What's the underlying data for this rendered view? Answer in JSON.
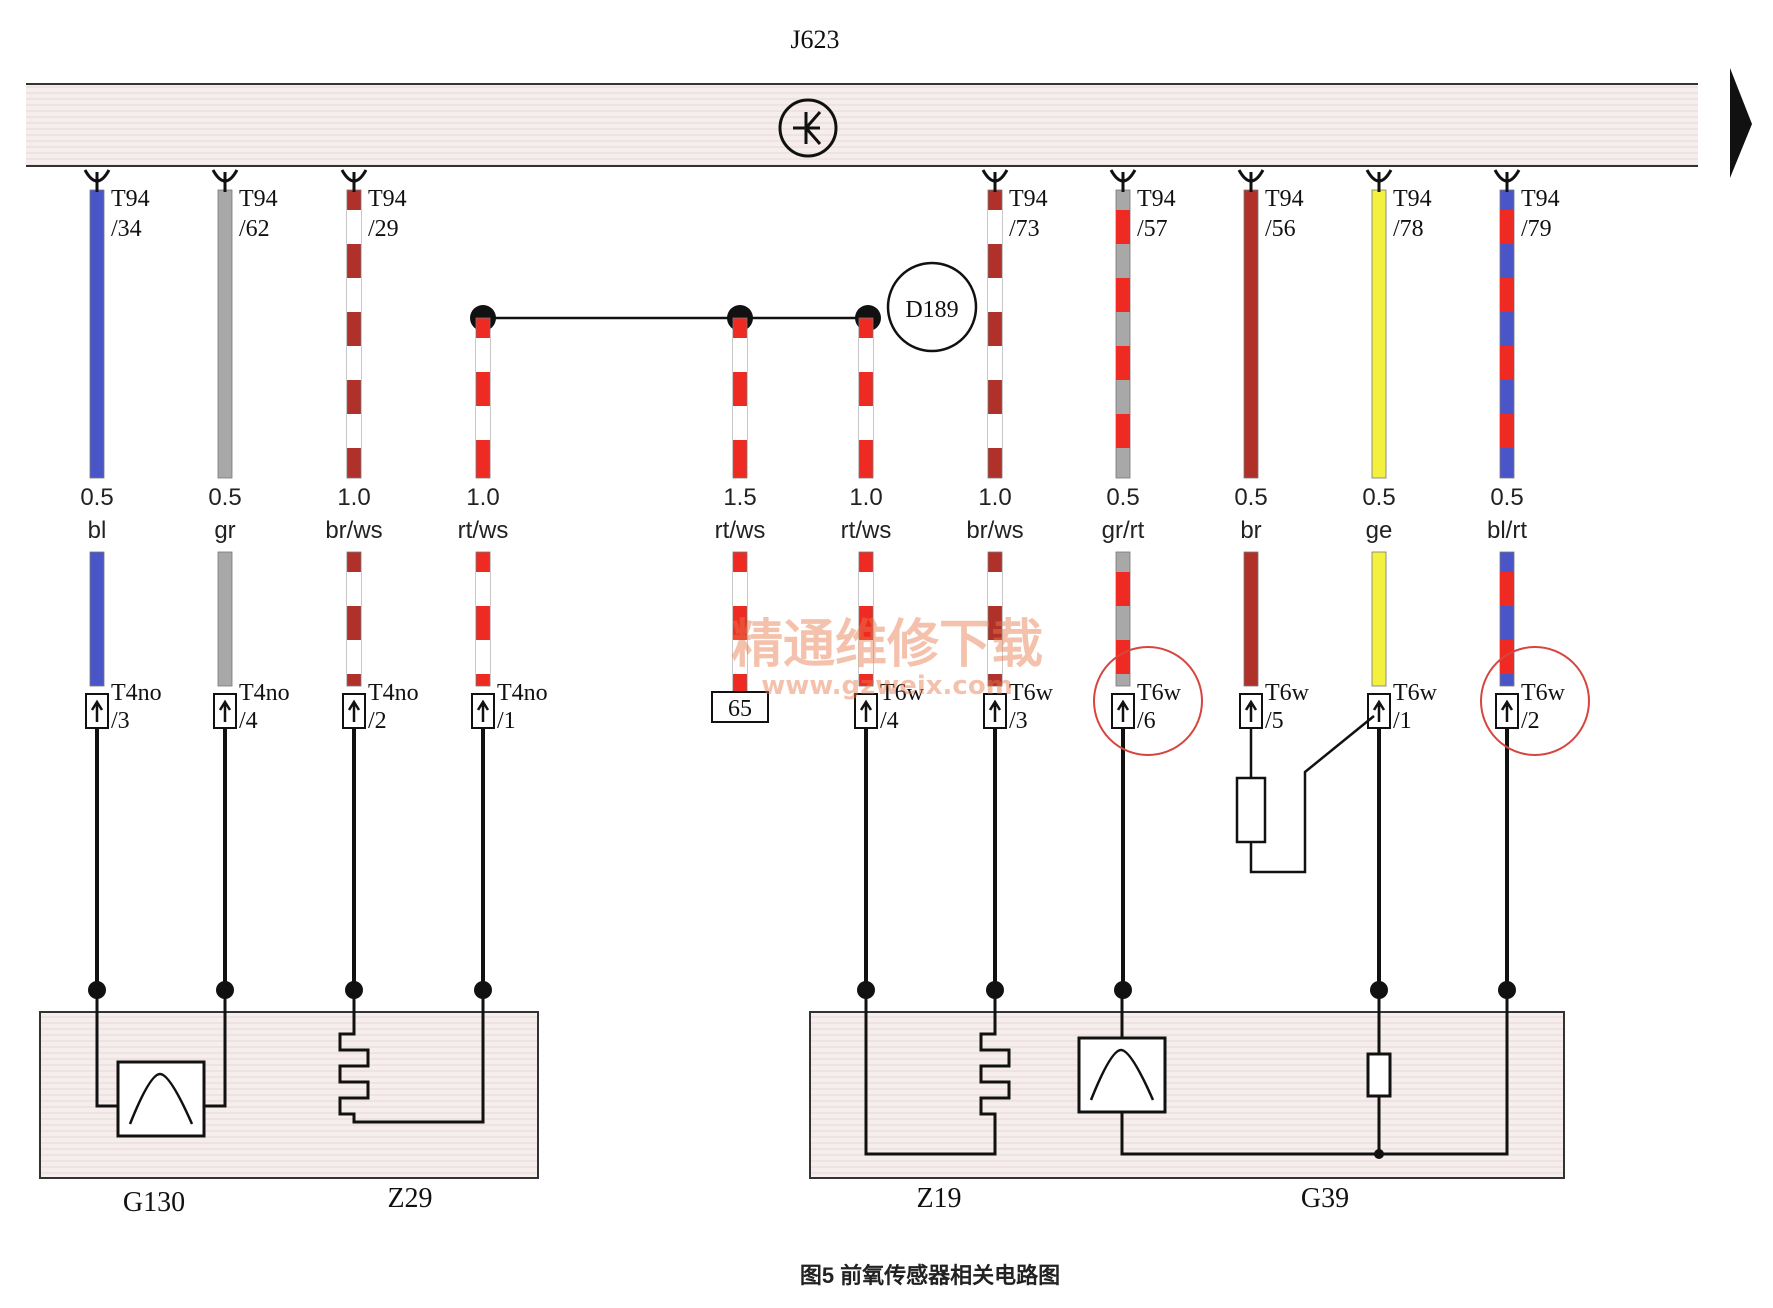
{
  "ecu": {
    "label": "J623",
    "ground_symbol": "transistor-icon"
  },
  "continue_arrow": "arrow-right-icon",
  "splice": {
    "label": "D189"
  },
  "colors": {
    "bl": "#4a55c8",
    "gr": "#a8a8a8",
    "br": "#b0302a",
    "ws": "#ffffff",
    "rt": "#ee2a22",
    "ge": "#f4f040",
    "band": "#f5eeee",
    "band_line": "#333333",
    "highlight": "#d6453f"
  },
  "wires": [
    {
      "id": "w34",
      "pin": "T94",
      "pin_no": "/34",
      "size": "0.5",
      "color": "bl",
      "conn": "T4no",
      "conn_no": "/3"
    },
    {
      "id": "w62",
      "pin": "T94",
      "pin_no": "/62",
      "size": "0.5",
      "color": "gr",
      "conn": "T4no",
      "conn_no": "/4"
    },
    {
      "id": "w29",
      "pin": "T94",
      "pin_no": "/29",
      "size": "1.0",
      "color": "br/ws",
      "conn": "T4no",
      "conn_no": "/2"
    },
    {
      "id": "wd1",
      "pin": "",
      "pin_no": "",
      "size": "1.0",
      "color": "rt/ws",
      "conn": "T4no",
      "conn_no": "/1"
    },
    {
      "id": "wd2",
      "pin": "",
      "pin_no": "",
      "size": "1.5",
      "color": "rt/ws",
      "conn": "",
      "conn_no": "",
      "box": "65"
    },
    {
      "id": "wd3",
      "pin": "",
      "pin_no": "",
      "size": "1.0",
      "color": "rt/ws",
      "conn": "T6w",
      "conn_no": "/4"
    },
    {
      "id": "w73",
      "pin": "T94",
      "pin_no": "/73",
      "size": "1.0",
      "color": "br/ws",
      "conn": "T6w",
      "conn_no": "/3"
    },
    {
      "id": "w57",
      "pin": "T94",
      "pin_no": "/57",
      "size": "0.5",
      "color": "gr/rt",
      "conn": "T6w",
      "conn_no": "/6"
    },
    {
      "id": "w56",
      "pin": "T94",
      "pin_no": "/56",
      "size": "0.5",
      "color": "br",
      "conn": "T6w",
      "conn_no": "/5"
    },
    {
      "id": "w78",
      "pin": "T94",
      "pin_no": "/78",
      "size": "0.5",
      "color": "ge",
      "conn": "T6w",
      "conn_no": "/1"
    },
    {
      "id": "w79",
      "pin": "T94",
      "pin_no": "/79",
      "size": "0.5",
      "color": "bl/rt",
      "conn": "T6w",
      "conn_no": "/2"
    }
  ],
  "components": {
    "g130": "G130",
    "z29": "Z29",
    "z19": "Z19",
    "g39": "G39"
  },
  "watermark": {
    "cn": "精通维修下载",
    "url": "www.gzweix.com"
  },
  "caption": "图5  前氧传感器相关电路图"
}
